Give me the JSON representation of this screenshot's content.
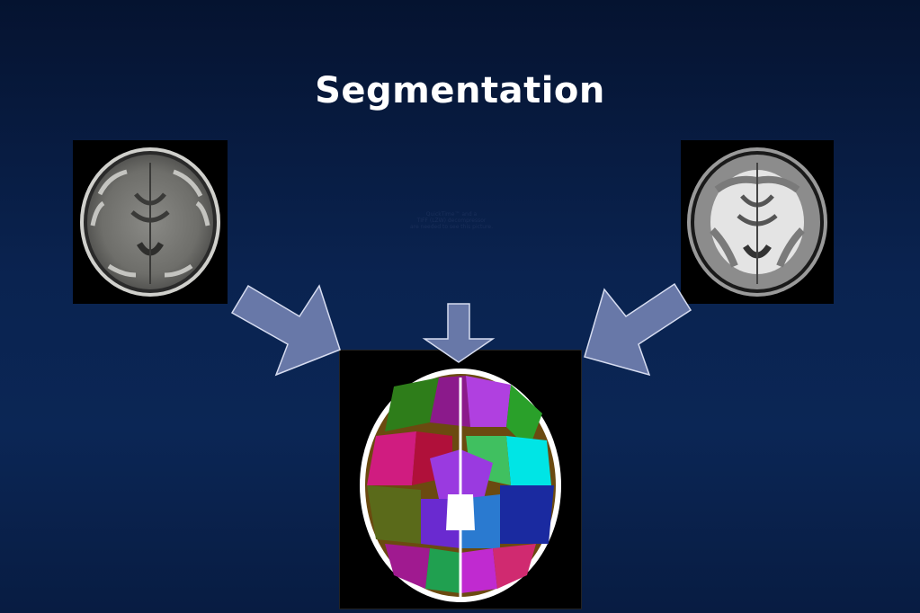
{
  "slide": {
    "title": "Segmentation",
    "placeholder_lines": [
      "QuickTime™ and a",
      "TIFF (LZW) decompressor",
      "are needed to see this picture."
    ]
  },
  "images": [
    {
      "name": "t1-mri-axial",
      "type": "grayscale brain MRI"
    },
    {
      "name": "tissue-classification",
      "type": "gray/white matter map"
    },
    {
      "name": "color-parcellation",
      "type": "color-labelled segmentation"
    }
  ],
  "colors": {
    "background_top": "#051330",
    "background_mid": "#0b2655",
    "arrow_fill": "#6878a8",
    "arrow_stroke": "#d6dcf0",
    "title": "#ffffff"
  }
}
